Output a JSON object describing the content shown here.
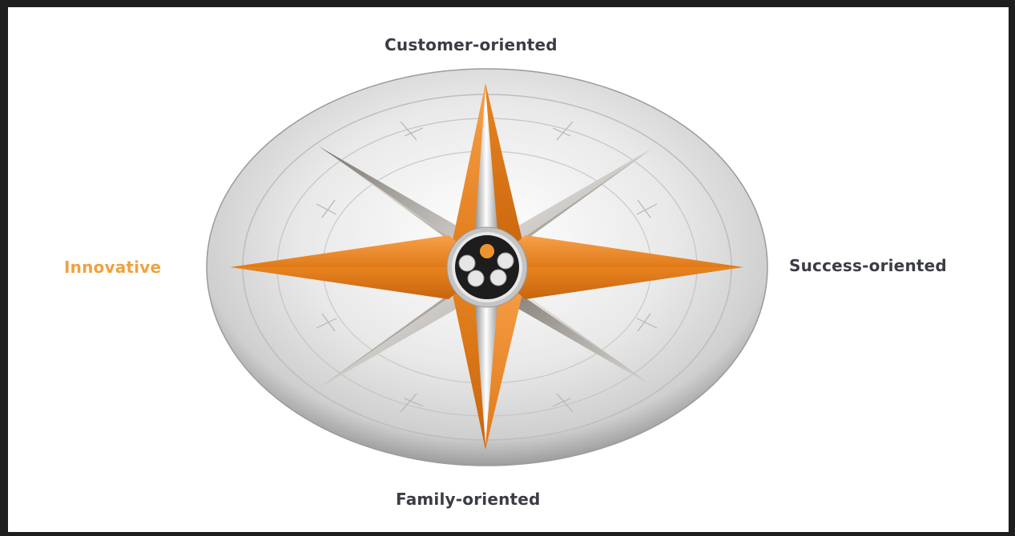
{
  "compass": {
    "north_label": "Customer-oriented",
    "east_label": "Success-oriented",
    "south_label": "Family-oriented",
    "west_label": "Innovative"
  },
  "colors": {
    "accent_orange": "#f0932f",
    "label_dark": "#3b3d44",
    "highlighted_label": "#f0a13e",
    "silver": "#c9c9c9",
    "frame_border": "#1e1e1e"
  },
  "icons": {
    "center_hub": "five-dot-hub-icon",
    "compass_rose": "eight-point-compass-rose-icon"
  }
}
